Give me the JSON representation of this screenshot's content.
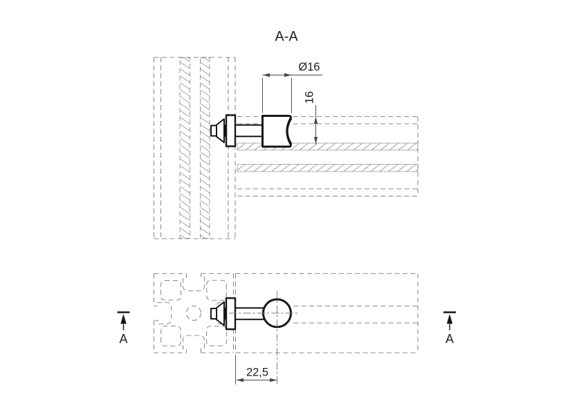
{
  "drawing": {
    "title": "A-A",
    "view_top": "section-view-A-A",
    "view_bottom": "plan-view",
    "dimensions": {
      "nut_diameter": "Ø16",
      "nut_height": "16",
      "hole_offset": "22,5"
    },
    "section_markers": {
      "left": "A",
      "right": "A"
    }
  },
  "colors": {
    "background": "#ffffff",
    "hidden_line": "#8a8a8a",
    "solid_line": "#161616",
    "dimension_line": "#4a4a4a",
    "hatch_line": "#979797",
    "centerline": "#7d7d7d",
    "text_color": "#1f1f1f"
  }
}
